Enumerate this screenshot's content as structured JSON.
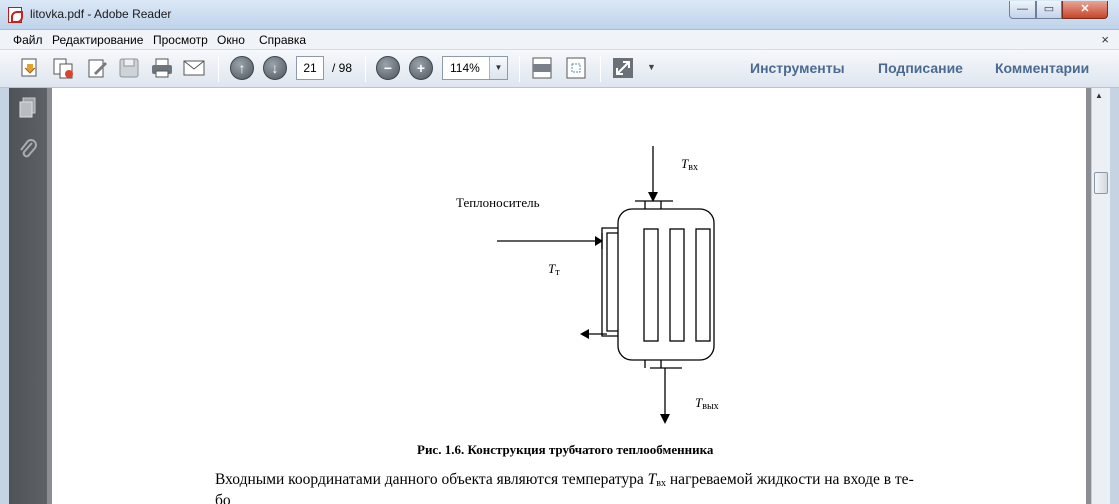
{
  "window": {
    "title": "litovka.pdf - Adobe Reader",
    "min_glyph": "—",
    "max_glyph": "▭",
    "close_glyph": "✕"
  },
  "menu": {
    "items": [
      "Файл",
      "Редактирование",
      "Просмотр",
      "Окно",
      "Справка"
    ],
    "close_glyph": "×"
  },
  "toolbar": {
    "page_current": "21",
    "page_total": "/ 98",
    "zoom": "114%",
    "zoom_drop": "▼",
    "more_arrow": "▼",
    "panes": [
      "Инструменты",
      "Подписание",
      "Комментарии"
    ]
  },
  "scrollbar": {
    "up_glyph": "▲"
  },
  "diagram": {
    "label_tin": "T",
    "label_tin_sub": "вх",
    "label_carrier": "Теплоноситель",
    "label_tt": "T",
    "label_tt_sub": "т",
    "label_tout": "T",
    "label_tout_sub": "вых"
  },
  "document": {
    "caption": "Рис. 1.6. Конструкция трубчатого теплообменника",
    "line1_a": "Входными координатами данного объекта являются температура",
    "line1_var": "T",
    "line1_sub": "вх",
    "line1_b": "нагреваемой жидкости на входе в те-",
    "line2": "бо"
  }
}
